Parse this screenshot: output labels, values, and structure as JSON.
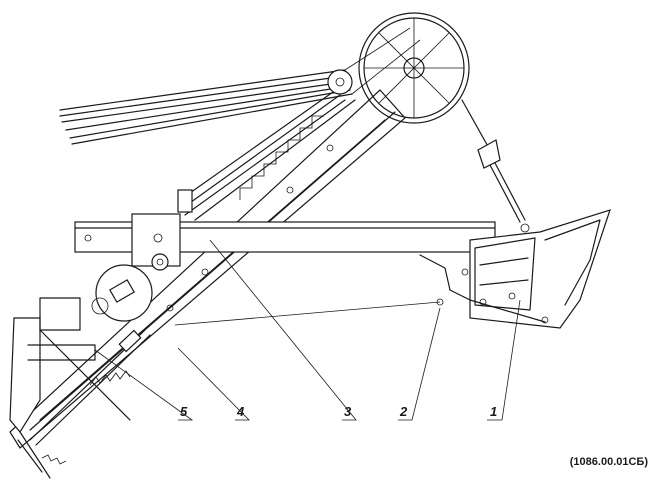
{
  "callouts": [
    {
      "label": "1"
    },
    {
      "label": "2"
    },
    {
      "label": "3"
    },
    {
      "label": "4"
    },
    {
      "label": "5"
    }
  ],
  "drawing_code": "(1086.00.01СБ)"
}
